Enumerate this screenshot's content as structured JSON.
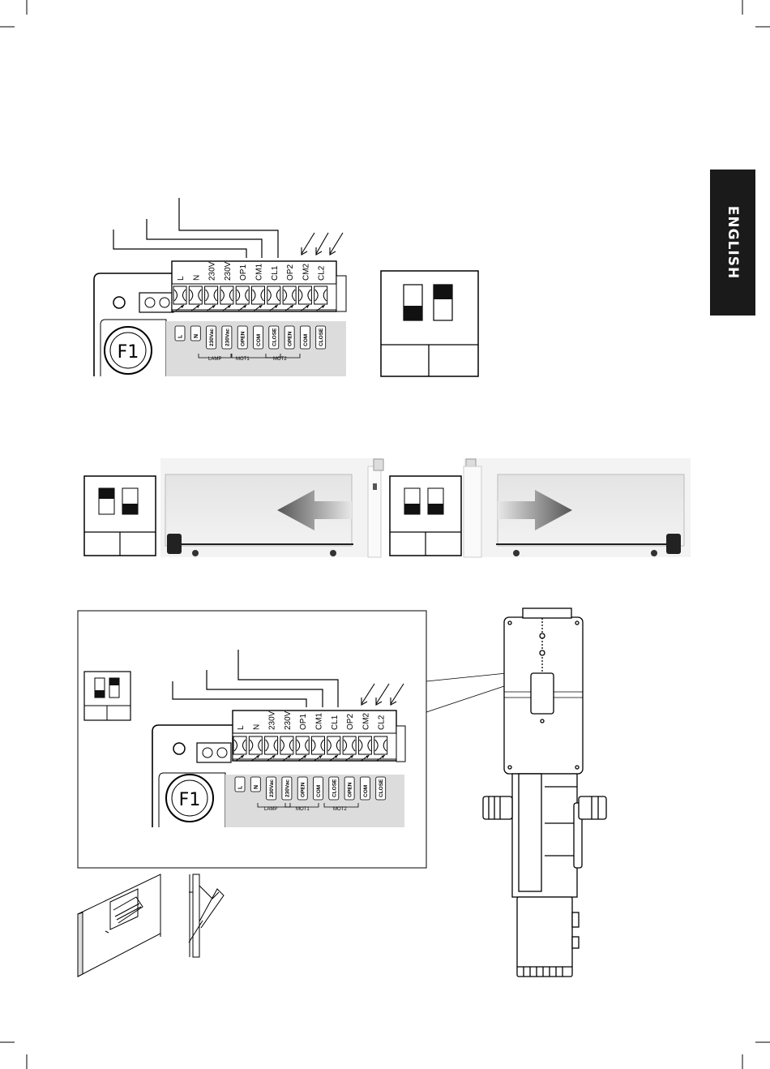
{
  "side_tab": {
    "label": "ENGLISH"
  },
  "panel1": {
    "fuse_label": "F1",
    "terminals": [
      "L",
      "N",
      "230V",
      "230V",
      "OP1",
      "CM1",
      "CL1",
      "OP2",
      "CM2",
      "CL2"
    ],
    "bottom_labels": [
      "L",
      "N",
      "230Vac",
      "230Vac",
      "OPEN",
      "COM",
      "CLOSE",
      "OPEN",
      "COM",
      "CLOSE"
    ],
    "group_labels": [
      "LAMP",
      "MOT1",
      "MOT2"
    ]
  },
  "panel2": {
    "fuse_label": "F1",
    "terminals": [
      "L",
      "N",
      "230V",
      "230V",
      "OP1",
      "CM1",
      "CL1",
      "OP2",
      "CM2",
      "CL2"
    ],
    "bottom_labels": [
      "L",
      "N",
      "230Vac",
      "230Vac",
      "OPEN",
      "COM",
      "CLOSE",
      "OPEN",
      "COM",
      "CLOSE"
    ],
    "group_labels": [
      "LAMP",
      "MOT1",
      "MOT2"
    ]
  }
}
